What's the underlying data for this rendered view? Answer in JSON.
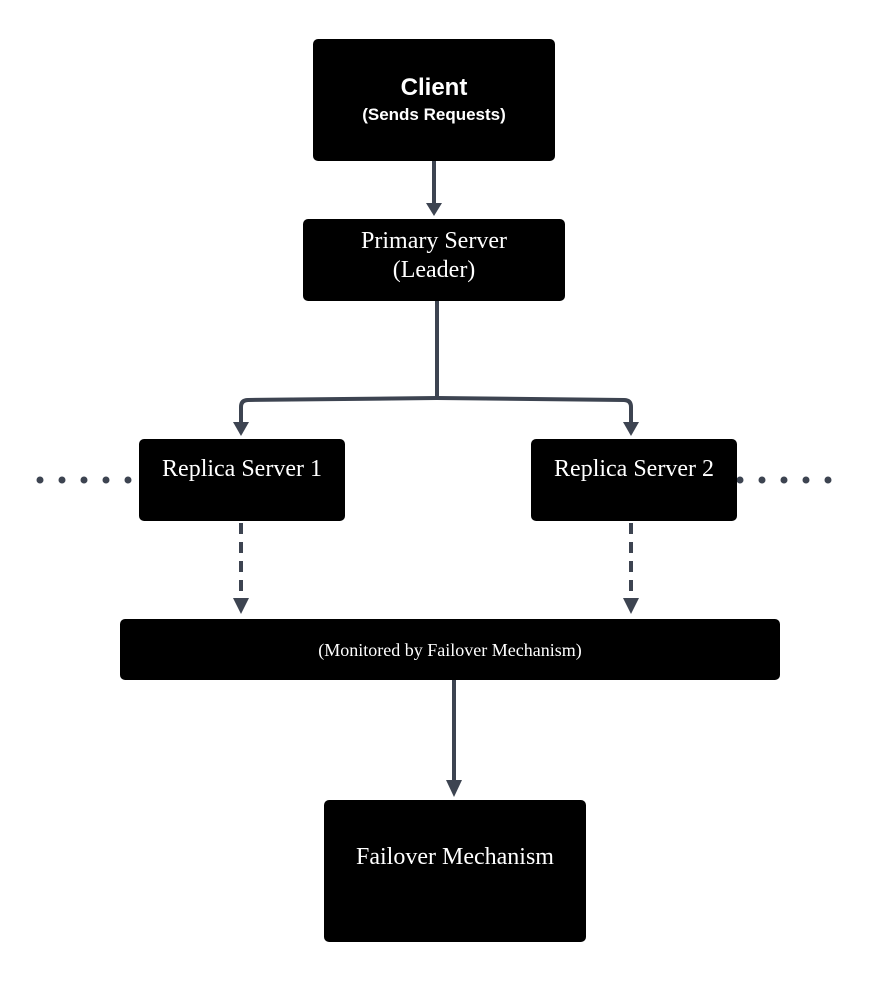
{
  "diagram": {
    "client": {
      "title": "Client",
      "subtitle": "(Sends Requests)"
    },
    "primary": {
      "line1": "Primary Server",
      "line2": "(Leader)"
    },
    "replica1": {
      "label": "Replica Server 1"
    },
    "replica2": {
      "label": "Replica Server 2"
    },
    "monitor": {
      "label": "(Monitored by Failover Mechanism)"
    },
    "failover": {
      "label": "Failover Mechanism"
    },
    "colors": {
      "node_fill": "#000000",
      "node_text": "#ffffff",
      "connector": "#3d4451",
      "background": "#ffffff"
    }
  }
}
